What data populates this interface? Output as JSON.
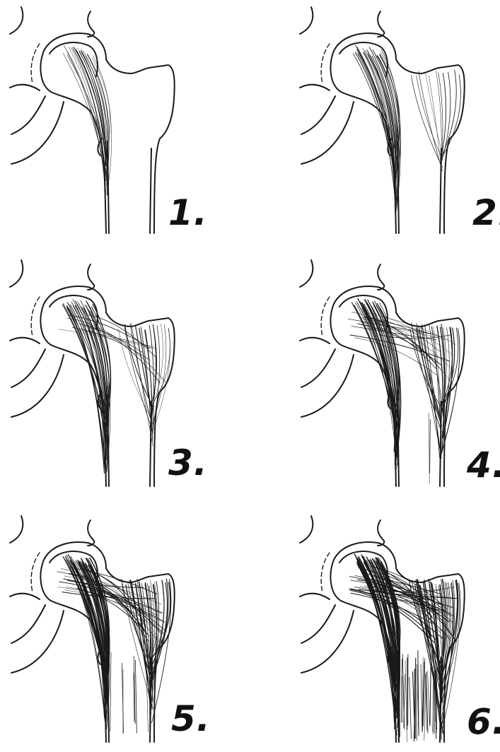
{
  "figure": {
    "stages": [
      {
        "label": "1.",
        "density": 1,
        "medial_fan": 0.45,
        "lateral_fan": 0.0,
        "shaft_fill": 0.0
      },
      {
        "label": "2.",
        "density": 2,
        "medial_fan": 0.6,
        "lateral_fan": 0.35,
        "shaft_fill": 0.0
      },
      {
        "label": "3.",
        "density": 3,
        "medial_fan": 0.75,
        "lateral_fan": 0.6,
        "shaft_fill": 0.0
      },
      {
        "label": "4.",
        "density": 4,
        "medial_fan": 0.85,
        "lateral_fan": 0.75,
        "shaft_fill": 0.05
      },
      {
        "label": "5.",
        "density": 5,
        "medial_fan": 0.95,
        "lateral_fan": 0.9,
        "shaft_fill": 0.2
      },
      {
        "label": "6.",
        "density": 6,
        "medial_fan": 1.0,
        "lateral_fan": 1.0,
        "shaft_fill": 1.0
      }
    ],
    "colors": {
      "ink": "#1a1a1a",
      "background": "#ffffff"
    }
  }
}
